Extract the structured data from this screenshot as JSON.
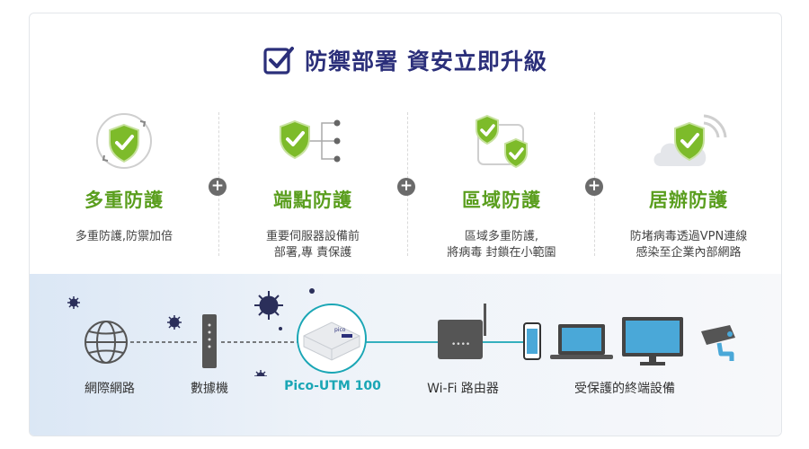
{
  "title": "防禦部署 資安立即升級",
  "features": [
    {
      "name": "多重防護",
      "desc": [
        "多重防護,防禦加倍"
      ]
    },
    {
      "name": "端點防護",
      "desc": [
        "重要伺服器設備前",
        "部署,專 責保護"
      ]
    },
    {
      "name": "區域防護",
      "desc": [
        "區域多重防護,",
        "將病毒 封鎖在小範圍"
      ]
    },
    {
      "name": "居辦防護",
      "desc": [
        "防堵病毒透過VPN連線",
        "感染至企業內部網路"
      ]
    }
  ],
  "plus_symbol": "+",
  "device_brand": "pico",
  "router_dots": "••••",
  "diagram_labels": {
    "internet": "網際網路",
    "modem": "數據機",
    "utm": "Pico-UTM 100",
    "wifi": "Wi-Fi 路由器",
    "devices": "受保護的終端設備"
  },
  "colors": {
    "title": "#2b2f7a",
    "green": "#5a9e1e",
    "shield": "#7dbb2a",
    "teal": "#1aa6b5"
  }
}
